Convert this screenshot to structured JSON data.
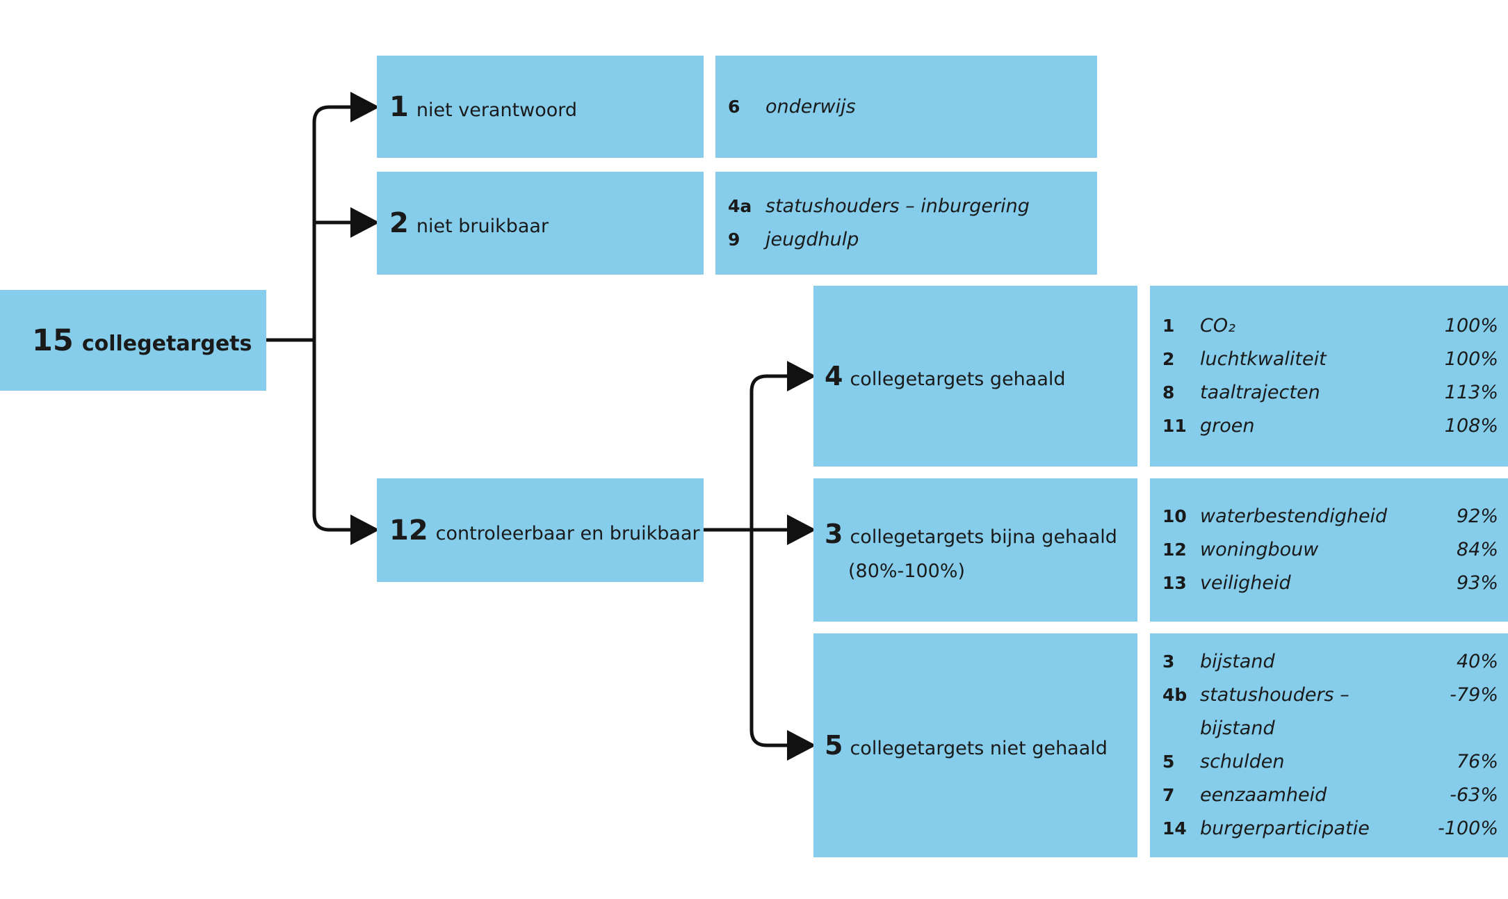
{
  "colors": {
    "box_fill": "#85cdea",
    "line": "#111111",
    "text": "#1a1a1a",
    "background": "#ffffff"
  },
  "root": {
    "number": "15",
    "label": "collegetargets"
  },
  "level1": [
    {
      "number": "1",
      "label": "niet verantwoord"
    },
    {
      "number": "2",
      "label": "niet bruikbaar"
    },
    {
      "number": "12",
      "label": "controleerbaar en bruikbaar"
    }
  ],
  "level2": [
    {
      "number": "4",
      "label": "collegetargets gehaald"
    },
    {
      "number": "3",
      "label": "collegetargets bijna gehaald",
      "sublabel": "(80%-100%)"
    },
    {
      "number": "5",
      "label": "collegetargets niet gehaald"
    }
  ],
  "details": [
    {
      "rows": [
        {
          "number": "6",
          "label": "onderwijs"
        }
      ]
    },
    {
      "rows": [
        {
          "number": "4a",
          "label": "statushouders – inburgering"
        },
        {
          "number": "9",
          "label": "jeugdhulp"
        }
      ]
    },
    {
      "rows": [
        {
          "number": "1",
          "label": "CO₂",
          "value": "100%"
        },
        {
          "number": "2",
          "label": "luchtkwaliteit",
          "value": "100%"
        },
        {
          "number": "8",
          "label": "taaltrajecten",
          "value": "113%"
        },
        {
          "number": "11",
          "label": "groen",
          "value": "108%"
        }
      ]
    },
    {
      "rows": [
        {
          "number": "10",
          "label": "waterbestendigheid",
          "value": "92%"
        },
        {
          "number": "12",
          "label": "woningbouw",
          "value": "84%"
        },
        {
          "number": "13",
          "label": "veiligheid",
          "value": "93%"
        }
      ]
    },
    {
      "rows": [
        {
          "number": "3",
          "label": "bijstand",
          "value": "40%"
        },
        {
          "number": "4b",
          "label": "statushouders – bijstand",
          "value": "-79%"
        },
        {
          "number": "5",
          "label": "schulden",
          "value": "76%"
        },
        {
          "number": "7",
          "label": "eenzaamheid",
          "value": "-63%"
        },
        {
          "number": "14",
          "label": "burgerparticipatie",
          "value": "-100%"
        }
      ]
    }
  ]
}
